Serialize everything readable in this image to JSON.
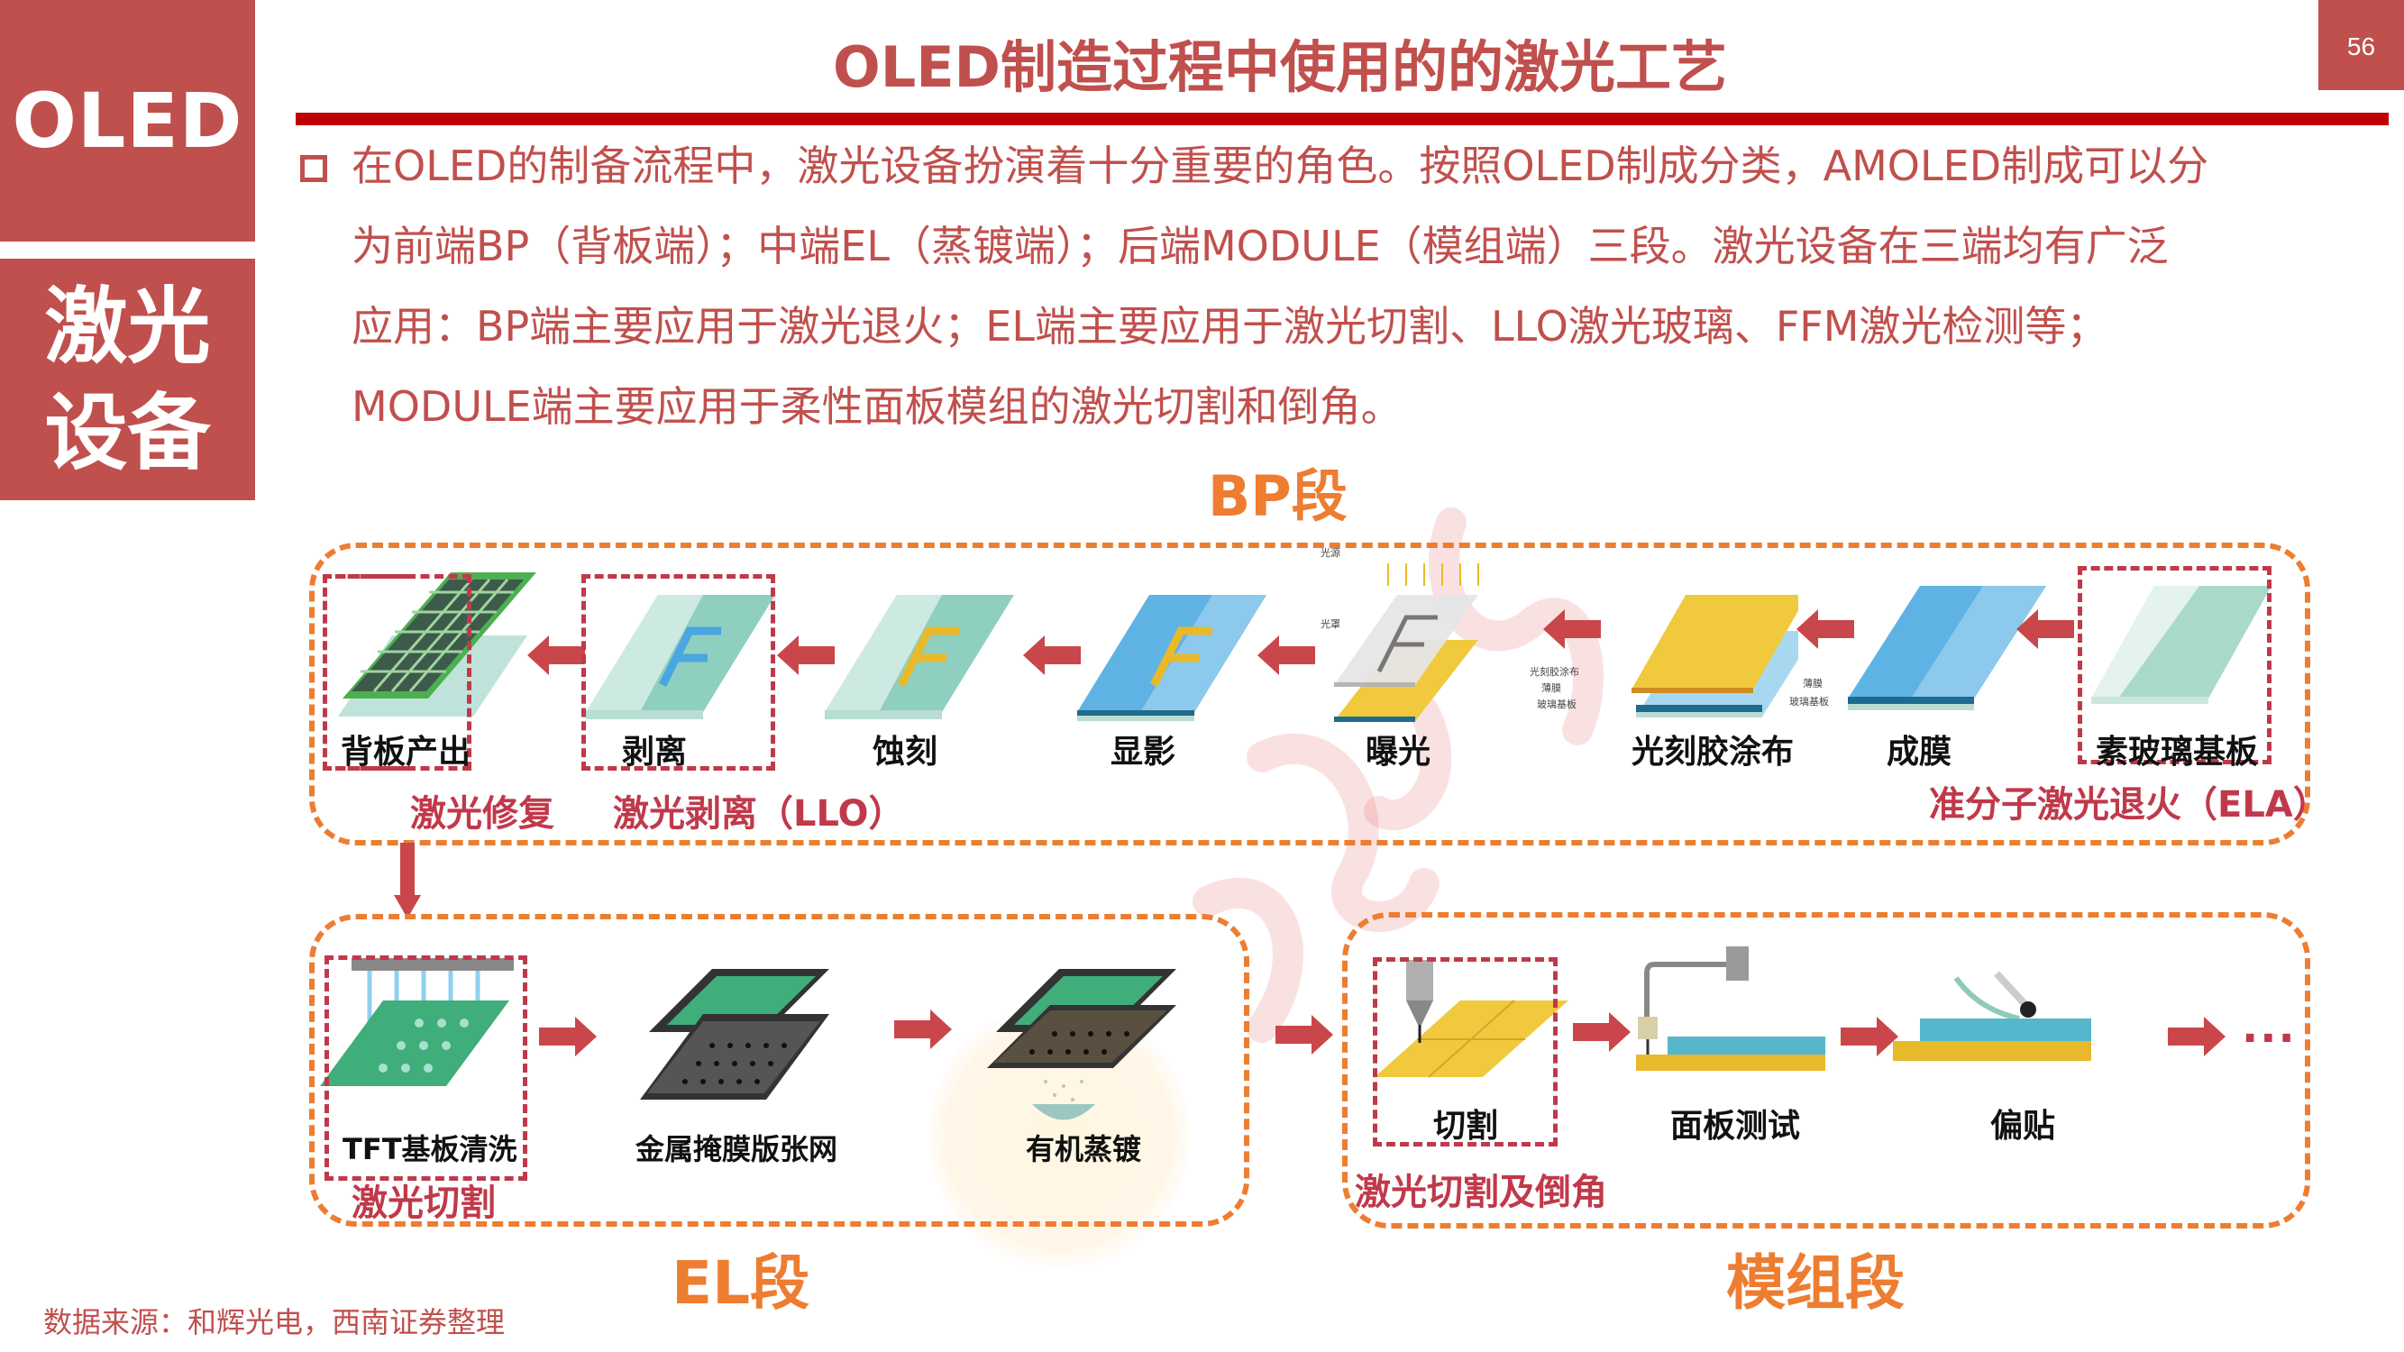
{
  "sidebar": {
    "top_label": "OLED",
    "bottom_label_line1": "激光",
    "bottom_label_line2": "设备"
  },
  "page_number": "56",
  "title": "OLED制造过程中使用的的激光工艺",
  "intro": {
    "bullet_icon": "hollow-square-bullet",
    "lines": [
      "在OLED的制备流程中，激光设备扮演着十分重要的角色。按照OLED制成分类，AMOLED制成可以分",
      "为前端BP（背板端）；中端EL（蒸镀端）；后端MODULE（模组端）三段。激光设备在三端均有广泛",
      "应用：BP端主要应用于激光退火；EL端主要应用于激光切割、LLO激光玻璃、FFM激光检测等；",
      "MODULE端主要应用于柔性面板模组的激光切割和倒角。"
    ]
  },
  "diagram": {
    "bp": {
      "title": "BP段",
      "steps": [
        {
          "label": "背板产出",
          "laser": true
        },
        {
          "label": "剥离",
          "laser": true
        },
        {
          "label": "蚀刻",
          "laser": false
        },
        {
          "label": "显影",
          "laser": false
        },
        {
          "label": "曝光",
          "laser": false
        },
        {
          "label": "光刻胶涂布",
          "laser": false
        },
        {
          "label": "成膜",
          "laser": false
        },
        {
          "label": "素玻璃基板",
          "laser": true
        }
      ],
      "laser_notes": {
        "repair": "激光修复",
        "llo": "激光剥离（LLO）",
        "ela": "准分子激光退火（ELA）"
      },
      "callouts": {
        "light_source": "光源",
        "photomask": "光罩",
        "photoresist": "光刻胶涂布",
        "thin_film": "薄膜",
        "glass_substrate": "玻璃基板"
      }
    },
    "el": {
      "title": "EL段",
      "steps": [
        {
          "label": "TFT基板清洗",
          "laser": true
        },
        {
          "label": "金属掩膜版张网",
          "laser": false
        },
        {
          "label": "有机蒸镀",
          "laser": false
        }
      ],
      "laser_notes": {
        "cutting": "激光切割"
      }
    },
    "module": {
      "title": "模组段",
      "steps": [
        {
          "label": "切割",
          "laser": true
        },
        {
          "label": "面板测试",
          "laser": false
        },
        {
          "label": "偏贴",
          "laser": false
        }
      ],
      "laser_notes": {
        "cut_chamfer": "激光切割及倒角"
      },
      "more": "···"
    }
  },
  "source": "数据来源：和辉光电，西南证券整理",
  "colors": {
    "brand_red": "#c0504d",
    "rule_red": "#c00000",
    "segment_orange": "#ed7d31",
    "laser_frame_red": "#c0394a",
    "arrow_red": "#c9474a"
  }
}
